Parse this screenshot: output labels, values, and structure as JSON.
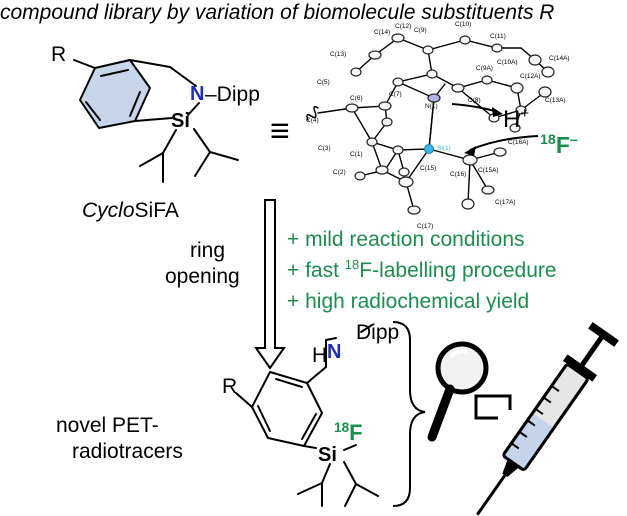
{
  "title": "compound library by variation of biomolecule substituents R",
  "top_molecule": {
    "r_label": "R",
    "n_label": "N",
    "n_substituent": "–Dipp",
    "si_label": "Si",
    "name_italic": "Cyclo",
    "name_rest": "SiFA"
  },
  "equivalence_symbol": "≡",
  "xray": {
    "atom_labels": [
      "C(14)",
      "C(12)",
      "C(13)",
      "C(5)",
      "C(4)",
      "C(3)",
      "C(2)",
      "C(1)",
      "C(6)",
      "C(7)",
      "C(9)",
      "C(10)",
      "C(11)",
      "C(10A)",
      "C(9A)",
      "C(12A)",
      "C(14A)",
      "C(13A)",
      "C(8)",
      "N(1)",
      "Si(1)",
      "C(15)",
      "C(16)",
      "C(17)",
      "C(15A)",
      "C(16A)",
      "C(17A)"
    ],
    "proton_label": "H",
    "proton_charge": "+",
    "fluoride_mass": "18",
    "fluoride_symbol": "F",
    "fluoride_charge": "–"
  },
  "reaction": {
    "step_line1": "ring",
    "step_line2": "opening"
  },
  "advantages": [
    {
      "prefix": "+ mild reaction conditions",
      "sup": "",
      "suffix": ""
    },
    {
      "prefix": "+ fast ",
      "sup": "18",
      "suffix": "F-labelling procedure"
    },
    {
      "prefix": "+ high radiochemical yield",
      "sup": "",
      "suffix": ""
    }
  ],
  "product": {
    "r_label": "R",
    "hn_label": "H",
    "n_label": "N",
    "n_substituent": "Dipp",
    "si_label": "Si",
    "f_mass": "18",
    "f_label": "F",
    "label_line1": "novel PET-",
    "label_line2": "radiotracers"
  },
  "colors": {
    "green": "#1a8f4c",
    "blue": "#1f2dbd",
    "ring_fill": "#c8d6ec",
    "si_atom": "#35b8e6"
  },
  "icons": [
    "magnifying-glass-icon",
    "syringe-icon"
  ]
}
